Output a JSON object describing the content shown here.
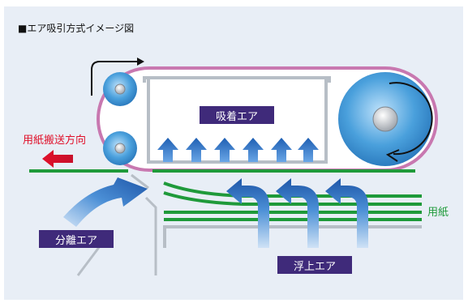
{
  "title": "■エア吸引方式イメージ図",
  "labels": {
    "suction_air": "吸着エア",
    "paper_direction": "用紙搬送方向",
    "paper": "用紙",
    "separation_air": "分離エア",
    "float_air": "浮上エア"
  },
  "colors": {
    "background": "#e8eef6",
    "belt": "#c878b0",
    "label_box": "#3f2a7a",
    "paper_line": "#1f9a3a",
    "direction_arrow": "#e0102a",
    "air_arrow": "#2b6cc0",
    "roller": "#4aa0dc"
  },
  "icons": [
    "rotation-arrow-icon",
    "direction-arrow-icon",
    "air-arrow-icon",
    "roller-icon"
  ]
}
